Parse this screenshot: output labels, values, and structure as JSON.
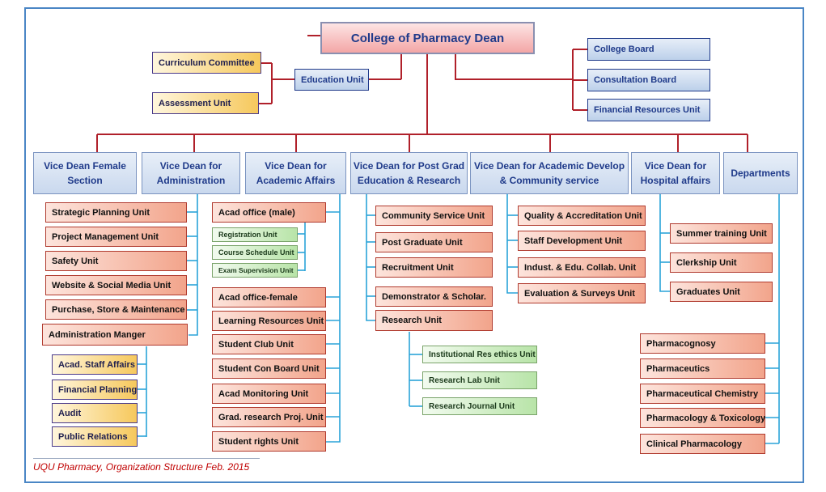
{
  "dean": "College of Pharmacy Dean",
  "education_unit": "Education Unit",
  "curriculum_committee": "Curriculum Committee",
  "assessment_unit": "Assessment Unit",
  "boards": [
    "College Board",
    "Consultation Board",
    "Financial Resources Unit"
  ],
  "vice_deans": [
    "Vice Dean Female\nSection",
    "Vice Dean for\nAdministration",
    "Vice Dean for\nAcademic Affairs",
    "Vice Dean for Post Grad\nEducation & Research",
    "Vice Dean for Academic Develop\n& Community service",
    "Vice Dean for\nHospital  affairs",
    "Departments"
  ],
  "admin_units": [
    "Strategic Planning Unit",
    "Project Management Unit",
    "Safety Unit",
    "Website & Social Media Unit",
    "Purchase, Store & Maintenance",
    "Administration Manger"
  ],
  "admin_manager_units": [
    "Acad. Staff Affairs",
    "Financial Planning",
    "Audit",
    "Public Relations"
  ],
  "academic_units": [
    "Acad office (male)",
    "Acad office-female",
    "Learning Resources Unit",
    "Student Club Unit",
    "Student Con Board Unit",
    "Acad Monitoring Unit",
    "Grad. research Proj. Unit",
    "Student rights Unit"
  ],
  "acad_office_male_units": [
    "Registration Unit",
    "Course Schedule Unit",
    "Exam Supervision Unit"
  ],
  "postgrad_units": [
    "Community Service Unit",
    "Post Graduate Unit",
    "Recruitment Unit",
    "Demonstrator & Scholar.",
    "Research Unit"
  ],
  "research_units": [
    "Institutional Res ethics Unit",
    "Research Lab Unit",
    "Research Journal Unit"
  ],
  "develop_units": [
    "Quality & Accreditation Unit",
    "Staff Development Unit",
    "Indust. & Edu. Collab. Unit",
    "Evaluation & Surveys Unit"
  ],
  "hospital_units": [
    "Summer training Unit",
    "Clerkship Unit",
    "Graduates Unit"
  ],
  "departments": [
    "Pharmacognosy",
    "Pharmaceutics",
    "Pharmaceutical Chemistry",
    "Pharmacology & Toxicology",
    "Clinical Pharmacology"
  ],
  "footer": "UQU Pharmacy, Organization Structure Feb. 2015"
}
